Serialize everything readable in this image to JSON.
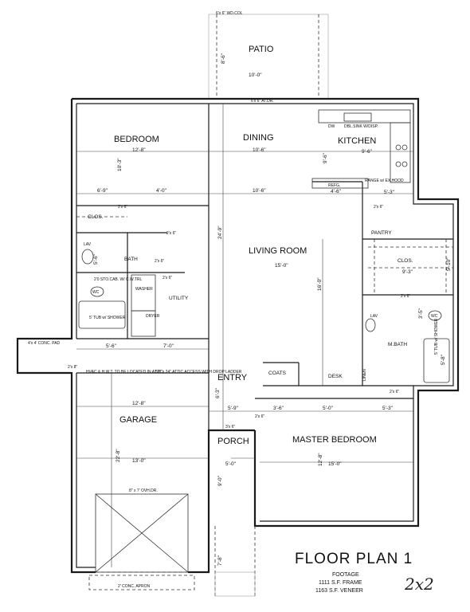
{
  "title": "FLOOR PLAN 1",
  "footage": {
    "heading": "FOOTAGE",
    "frame": "1111 S.F. FRAME",
    "veneer": "1163 S.F. VENEER"
  },
  "handwritten": "2x2",
  "rooms": {
    "patio": "PATIO",
    "bedroom": "BEDROOM",
    "dining": "DINING",
    "kitchen": "KITCHEN",
    "living": "LIVING ROOM",
    "clos1": "CLOS.",
    "bath": "BATH",
    "utility": "UTILITY",
    "clos2": "CLOS.",
    "pantry": "PANTRY",
    "mbath": "M.BATH",
    "entry": "ENTRY",
    "coats": "COATS",
    "desk": "DESK",
    "garage": "GARAGE",
    "porch": "PORCH",
    "master": "MASTER BEDROOM",
    "linen": "LINEN"
  },
  "dims": {
    "d1": "10'-0\"",
    "d2": "8'-6\"",
    "d3": "12'-8\"",
    "d4": "10'-6\"",
    "d5": "9'-6\"",
    "d6": "10'-3\"",
    "d7": "6'-9\"",
    "d8": "4'-0\"",
    "d9": "10'-6\"",
    "d10": "5'-3\"",
    "d11": "24'-9\"",
    "d12": "15'-0\"",
    "d13": "16'-0\"",
    "d14": "5'-6\"",
    "d15": "7'-0\"",
    "d16": "12'-8\"",
    "d17": "13'-0\"",
    "d18": "22'-8\"",
    "d19": "6'-3\"",
    "d20": "5'-9\"",
    "d21": "3'-6\"",
    "d22": "5'-0\"",
    "d23": "5'-3\"",
    "d24": "5'-0\"",
    "d25": "15'-0\"",
    "d26": "12'-8\"",
    "d27": "9'-0\"",
    "d28": "7'-8\"",
    "d29": "5'-8\"",
    "d30": "3'-5\"",
    "d31": "5'-6\"",
    "d32": "5'-10\"",
    "d33": "9'-3\"",
    "d34": "4'-6\"",
    "d35": "9'-6\""
  },
  "notes": {
    "wcol": "6'x 6\" WD.COL",
    "atdr": "6'x 6\" AT.DR.",
    "dblsink": "DBL.SINK W/DISP.",
    "dw": "DW",
    "range": "RANGE w/ EX.HOOD",
    "refg": "REFG.",
    "lav1": "LAV",
    "tub1": "5' TUB w/ SHOWER",
    "wc1": "WC",
    "washer": "WASHER",
    "dryer": "DRYER",
    "stocab": "2'0 STO.CAB. W/ C.W.TRL",
    "conc": "4'x 4' CONC. PAD",
    "hvac": "HVAC & H.W.T. TO BE LOCATED IN ATTIC",
    "attic": "52\" x 24\" ATTIC ACCESS WITH DROP LADDER",
    "ovhdr": "8\" x 7' OVH.DR.",
    "apron": "2' CONC. APRON",
    "lav2": "LAV",
    "wc2": "WC",
    "tub2": "5' TUB w/ SHOWER",
    "door1": "2'x 6\"",
    "door2": "2'x 6\"",
    "door3": "2'x 6\"",
    "door4": "2'x 8\"",
    "door5": "2'x 6\"",
    "door6": "2'x 6\"",
    "door7": "3'x 6\"",
    "door8": "2'x 6\"",
    "door9": "2'x 6\"",
    "door10": "2'x 6\""
  }
}
